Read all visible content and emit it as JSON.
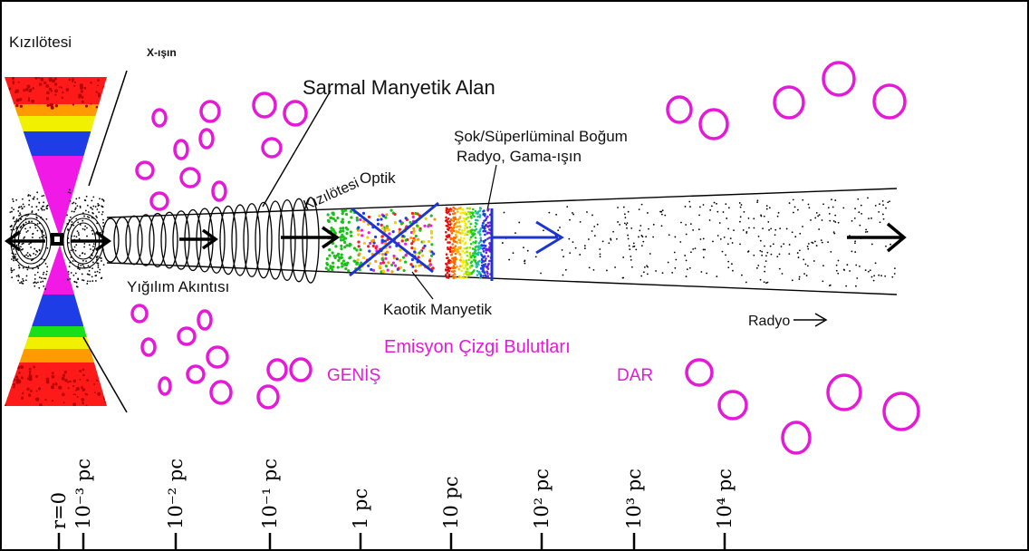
{
  "colors": {
    "rainbow": [
      "#ff1a1a",
      "#ff9a00",
      "#f0f000",
      "#18e018",
      "#1e3de6",
      "#f019e6"
    ],
    "cloud": "#e619d9",
    "arrow_blue": "#1d35d0",
    "arrow_black": "#000000"
  },
  "labels": {
    "infrared_left": "Kızılötesi",
    "xray": "X-ışın",
    "helical_field": "Sarmal Manyetik Alan",
    "infrared_jet": "Kızılötesi",
    "optical": "Optik",
    "shock": "Şok/Süperlüminal Boğum",
    "radio_gamma": "Radyo, Gama-ışın",
    "accretion": "Yığılım Akıntısı",
    "chaotic": "Kaotik Manyetik",
    "radio": "Radyo",
    "emission": "Emisyon Çizgi Bulutları",
    "broad": "GENİŞ",
    "narrow": "DAR"
  },
  "scale": [
    {
      "text": "r=0"
    },
    {
      "text": "10⁻³ pc"
    },
    {
      "text": "10⁻² pc"
    },
    {
      "text": "10⁻¹ pc"
    },
    {
      "text": "1 pc"
    },
    {
      "text": "10 pc"
    },
    {
      "text": "10² pc"
    },
    {
      "text": "10³ pc"
    },
    {
      "text": "10⁴ pc"
    }
  ]
}
